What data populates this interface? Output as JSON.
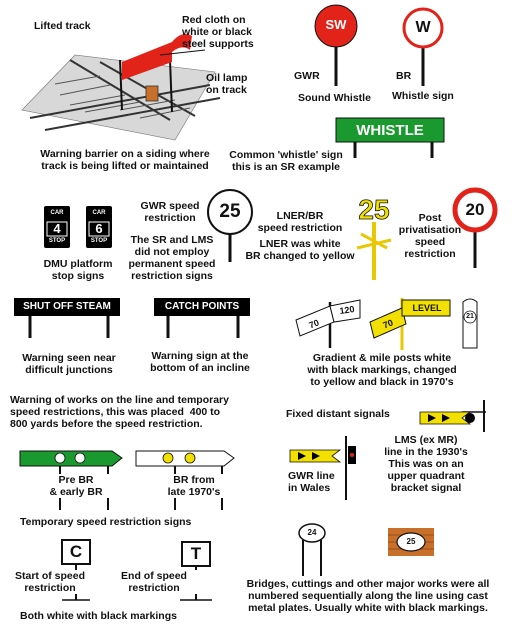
{
  "captions": {
    "lifted_track": "Lifted track",
    "red_cloth": "Red cloth on\nwhite or black\nsteel supports",
    "oil_lamp": "Oil lamp\non track",
    "warning_barrier": "Warning barrier on a siding where\ntrack is being lifted or maintained",
    "gwr_sw": "GWR",
    "sound_whistle": "Sound Whistle",
    "br_w": "BR",
    "whistle_sign": "Whistle sign",
    "common_whistle": "Common 'whistle' sign\nthis is an SR example",
    "gwr_speed": "GWR speed\nrestriction",
    "sr_lms": "The SR and LMS\ndid not employ\npermanent speed\nrestriction signs",
    "lner_br": "LNER/BR\nspeed restriction",
    "lner_white": "LNER was white\nBR changed to yellow",
    "post_priv": "Post\nprivatisation\nspeed\nrestriction",
    "dmu": "DMU platform\nstop signs",
    "shut_caption": "Warning seen near\ndifficult junctions",
    "catch_caption": "Warning sign at the\nbottom of an incline",
    "gradient": "Gradient & mile posts white\nwith black markings, changed\nto yellow and black in 1970's",
    "works_warning": "Warning of works on the line and temporary\nspeed restrictions, this was placed  400 to\n800 yards before the speed restriction.",
    "fixed_distant": "Fixed distant signals",
    "lms_mr": "LMS (ex MR)\nline in the 1930's\nThis was on an\nupper quadrant\nbracket signal",
    "gwr_wales": "GWR line\nin Wales",
    "pre_br": "Pre BR\n& early BR",
    "br_1970": "BR from\nlate 1970's",
    "temp_speed": "Temporary speed restriction signs",
    "start_speed": "Start of speed\nrestriction",
    "end_speed": "End of speed\nrestriction",
    "both_white": "Both white with black markings",
    "bridges": "Bridges, cuttings and other major works were all\nnumbered sequentially along the line using cast\nmetal plates. Usually white with black markings."
  },
  "signs": {
    "sw": "SW",
    "w": "W",
    "whistle": "WHISTLE",
    "car4_top": "CAR",
    "car4_num": "4",
    "car4_bottom": "STOP",
    "car6_top": "CAR",
    "car6_num": "6",
    "car6_bottom": "STOP",
    "speed25": "25",
    "lner25": "25",
    "speed20": "20",
    "shut_off": "SHUT OFF STEAM",
    "catch_points": "CATCH POINTS",
    "post70a": "70",
    "post120": "120",
    "post70b": "70",
    "level": "LEVEL",
    "mile21": "21",
    "c": "C",
    "t": "T",
    "plate24": "24",
    "plate25": "25"
  },
  "colors": {
    "red": "#e2231a",
    "green": "#1a9a2e",
    "yellow": "#f2e000",
    "black": "#000000",
    "brick": "#c8702a"
  }
}
